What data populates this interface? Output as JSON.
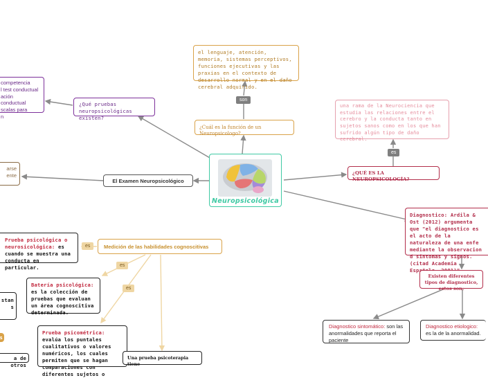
{
  "central": {
    "title": "Neuropsicológica"
  },
  "connectors": {
    "son": "son",
    "es_right": "es",
    "es_left1": "es",
    "es_left2": "es",
    "es_left3": "es"
  },
  "nodes": {
    "lenguaje": "el lenguaje, atención, memoria, sistemas perceptivos, funciones ejecutivas y las praxias en el contexto de desarrollo normal y en el daño cerebral adquirido.",
    "funcion": "¿Cuál es la función de un Neuropsicologo?",
    "pruebas": "¿Qué pruebas neuropsicológicas existen?",
    "competencia": "competencia\nl test conductual\nación conductual\nscalas para\nn",
    "rama": "una rama de la Neurociencia que estudia las relaciones entre el cerebro y la conducta tanto en sujetos sanos como en los que han sufrido algún tipo de daño cerebral.",
    "que_es": "¿QUÉ ES LA NEUROPSICOLOGÍA?",
    "examen": "El Examen Neuropsicológico",
    "left_partial": "arse\nente",
    "diagnostico_full": "Diagnostico: Ardila & Ost (2012) argumenta que \"el diagnostico es el acto de la naturaleza de una enfe mediante la observacion d sintomas y signos.(citad Academia Española, 2001)\"",
    "medicion": "Medición de las habilidades cognoscitivas",
    "prueba_psico_term": "Prueba psicológica o neurosicológica:",
    "prueba_psico_rest": " es cuando se muestra una conducta en particular.",
    "bateria_term": "Batería psicológica:",
    "bateria_rest": " es la colección de pruebas que evaluan un área cognoscitiva determinada.",
    "psicometrica_term": "Prueba psicométrica:",
    "psicometrica_rest": " evalúa los puntales cualitativos o valores numéricos, los cuales permiten que se hagan comparaciones con diferentes sujetos o",
    "psicoterapia": "Una prueba psicoterapia tiene",
    "left_small1": "stan\ns",
    "left_small2": "s",
    "left_small3": "a de otros",
    "tipos": "Existen diferentes tipos de diagnostico, estos son:",
    "sintomatico_term": "Diagnostico sintomático:",
    "sintomatico_rest": " son las anormalidades que reporta el paciente",
    "etiologico_term": "Diagnostico etiologico:",
    "etiologico_rest": " es la de la anormalidad."
  },
  "colors": {
    "edge": "#8a8a8a",
    "central_border": "#3ec9a3",
    "orange": "#d9a248",
    "purple": "#7c2f9a",
    "pink": "#e6a0ad",
    "maroon": "#b22d4a",
    "brown": "#8a6b45",
    "tan": "#efd6a3"
  }
}
